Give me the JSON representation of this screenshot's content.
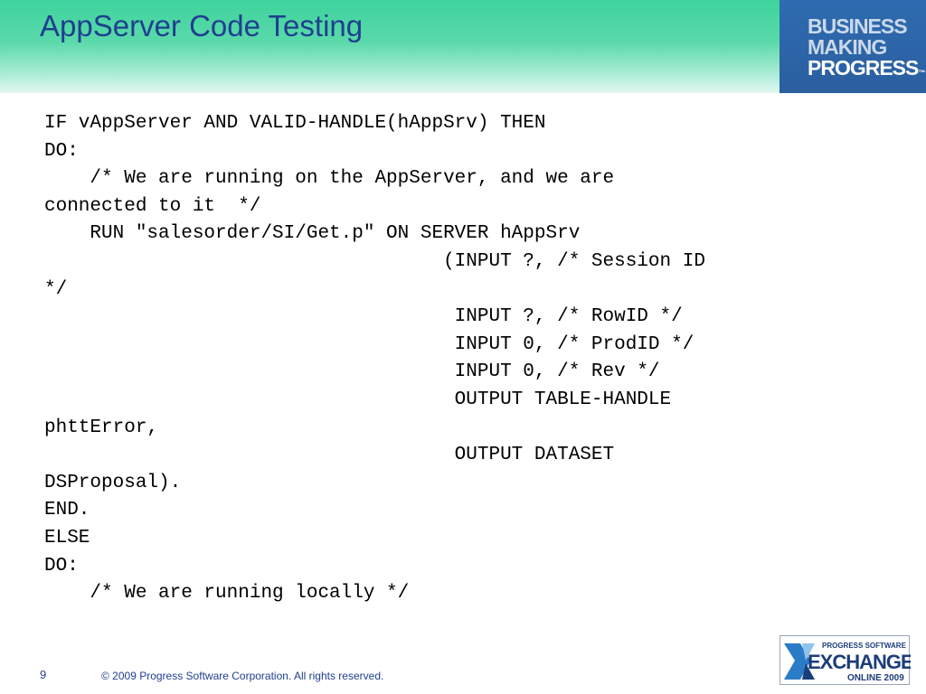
{
  "header": {
    "title": "AppServer Code Testing"
  },
  "brand": {
    "line1": "BUSINESS",
    "line2": "MAKING",
    "line3": "PROGRESS",
    "trademark": "™"
  },
  "code": {
    "lines": [
      "IF vAppServer AND VALID-HANDLE(hAppSrv) THEN",
      "DO:",
      "    /* We are running on the AppServer, and we are",
      "connected to it  */",
      "    RUN \"salesorder/SI/Get.p\" ON SERVER hAppSrv",
      "                                   (INPUT ?, /* Session ID",
      "*/",
      "                                    INPUT ?, /* RowID */",
      "                                    INPUT 0, /* ProdID */",
      "                                    INPUT 0, /* Rev */",
      "                                    OUTPUT TABLE-HANDLE",
      "phttError,",
      "                                    OUTPUT DATASET",
      "DSProposal).",
      "END.",
      "ELSE",
      "DO:",
      "    /* We are running locally */"
    ]
  },
  "footer": {
    "page_number": "9",
    "copyright": "© 2009 Progress Software Corporation. All rights reserved."
  },
  "event_logo": {
    "top_text": "PROGRESS SOFTWARE",
    "main_text": "EXCHANGE",
    "bottom_text": "ONLINE 2009",
    "colors": {
      "navy": "#1b3d7a",
      "blue": "#2a7cc7",
      "light_blue": "#8fc3ea"
    }
  },
  "colors": {
    "header_green": "#3ed39d",
    "title_blue": "#1f3f8f",
    "brand_blue": "#2f6bb0"
  }
}
